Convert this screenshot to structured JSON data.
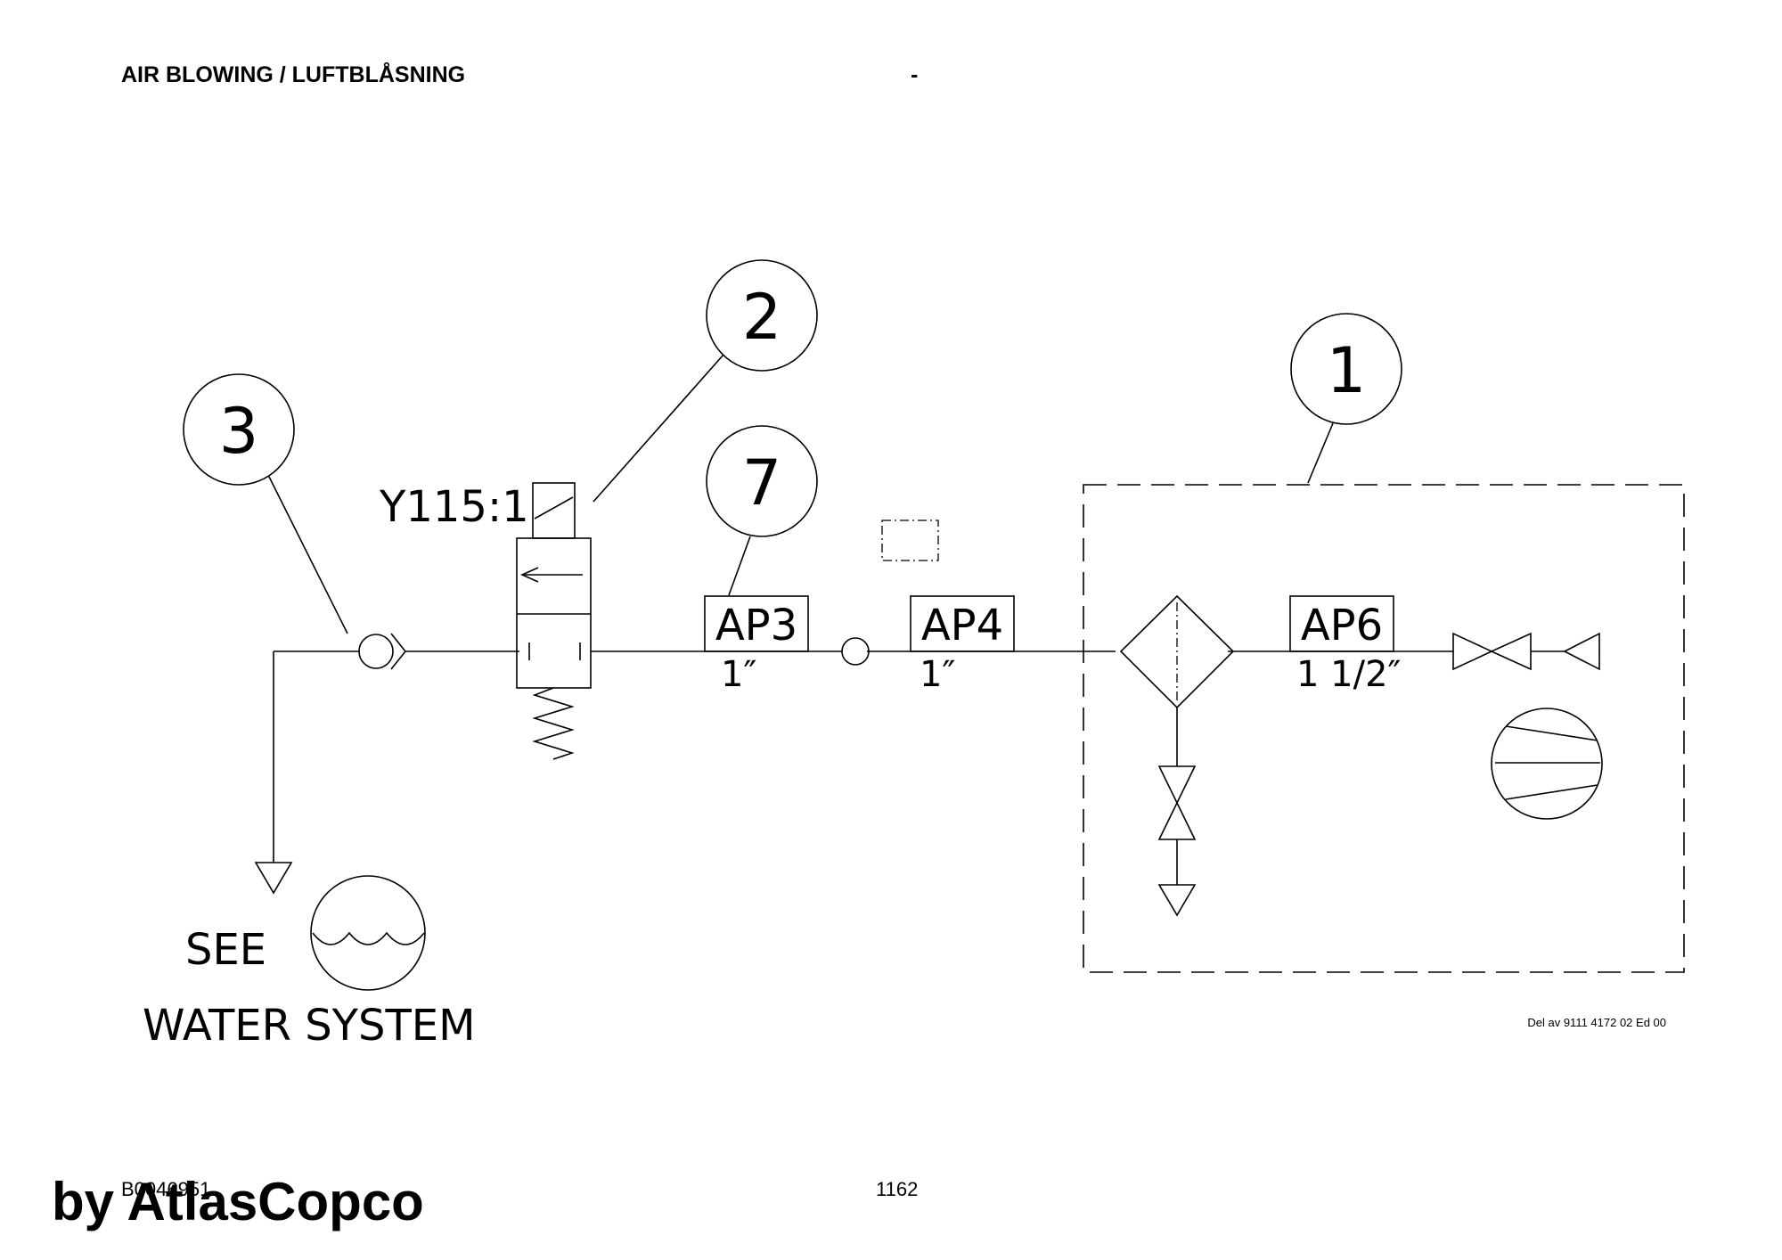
{
  "header": {
    "title": "AIR BLOWING / LUFTBLÅSNING",
    "dash": "-"
  },
  "diagram": {
    "balloons": [
      "3",
      "2",
      "7",
      "1"
    ],
    "solenoid_label": "Y115:1",
    "boxes": [
      {
        "label": "AP3",
        "size": "1″"
      },
      {
        "label": "AP4",
        "size": "1″"
      },
      {
        "label": "AP6",
        "size": "1 1/2″"
      }
    ],
    "note_line1": "SEE",
    "note_line2": "WATER SYSTEM"
  },
  "footer": {
    "reference": "Del av 9111 4172 02 Ed 00",
    "document_number": "B0046951",
    "page_number": "1162",
    "watermark": "by AtlasCopco"
  }
}
